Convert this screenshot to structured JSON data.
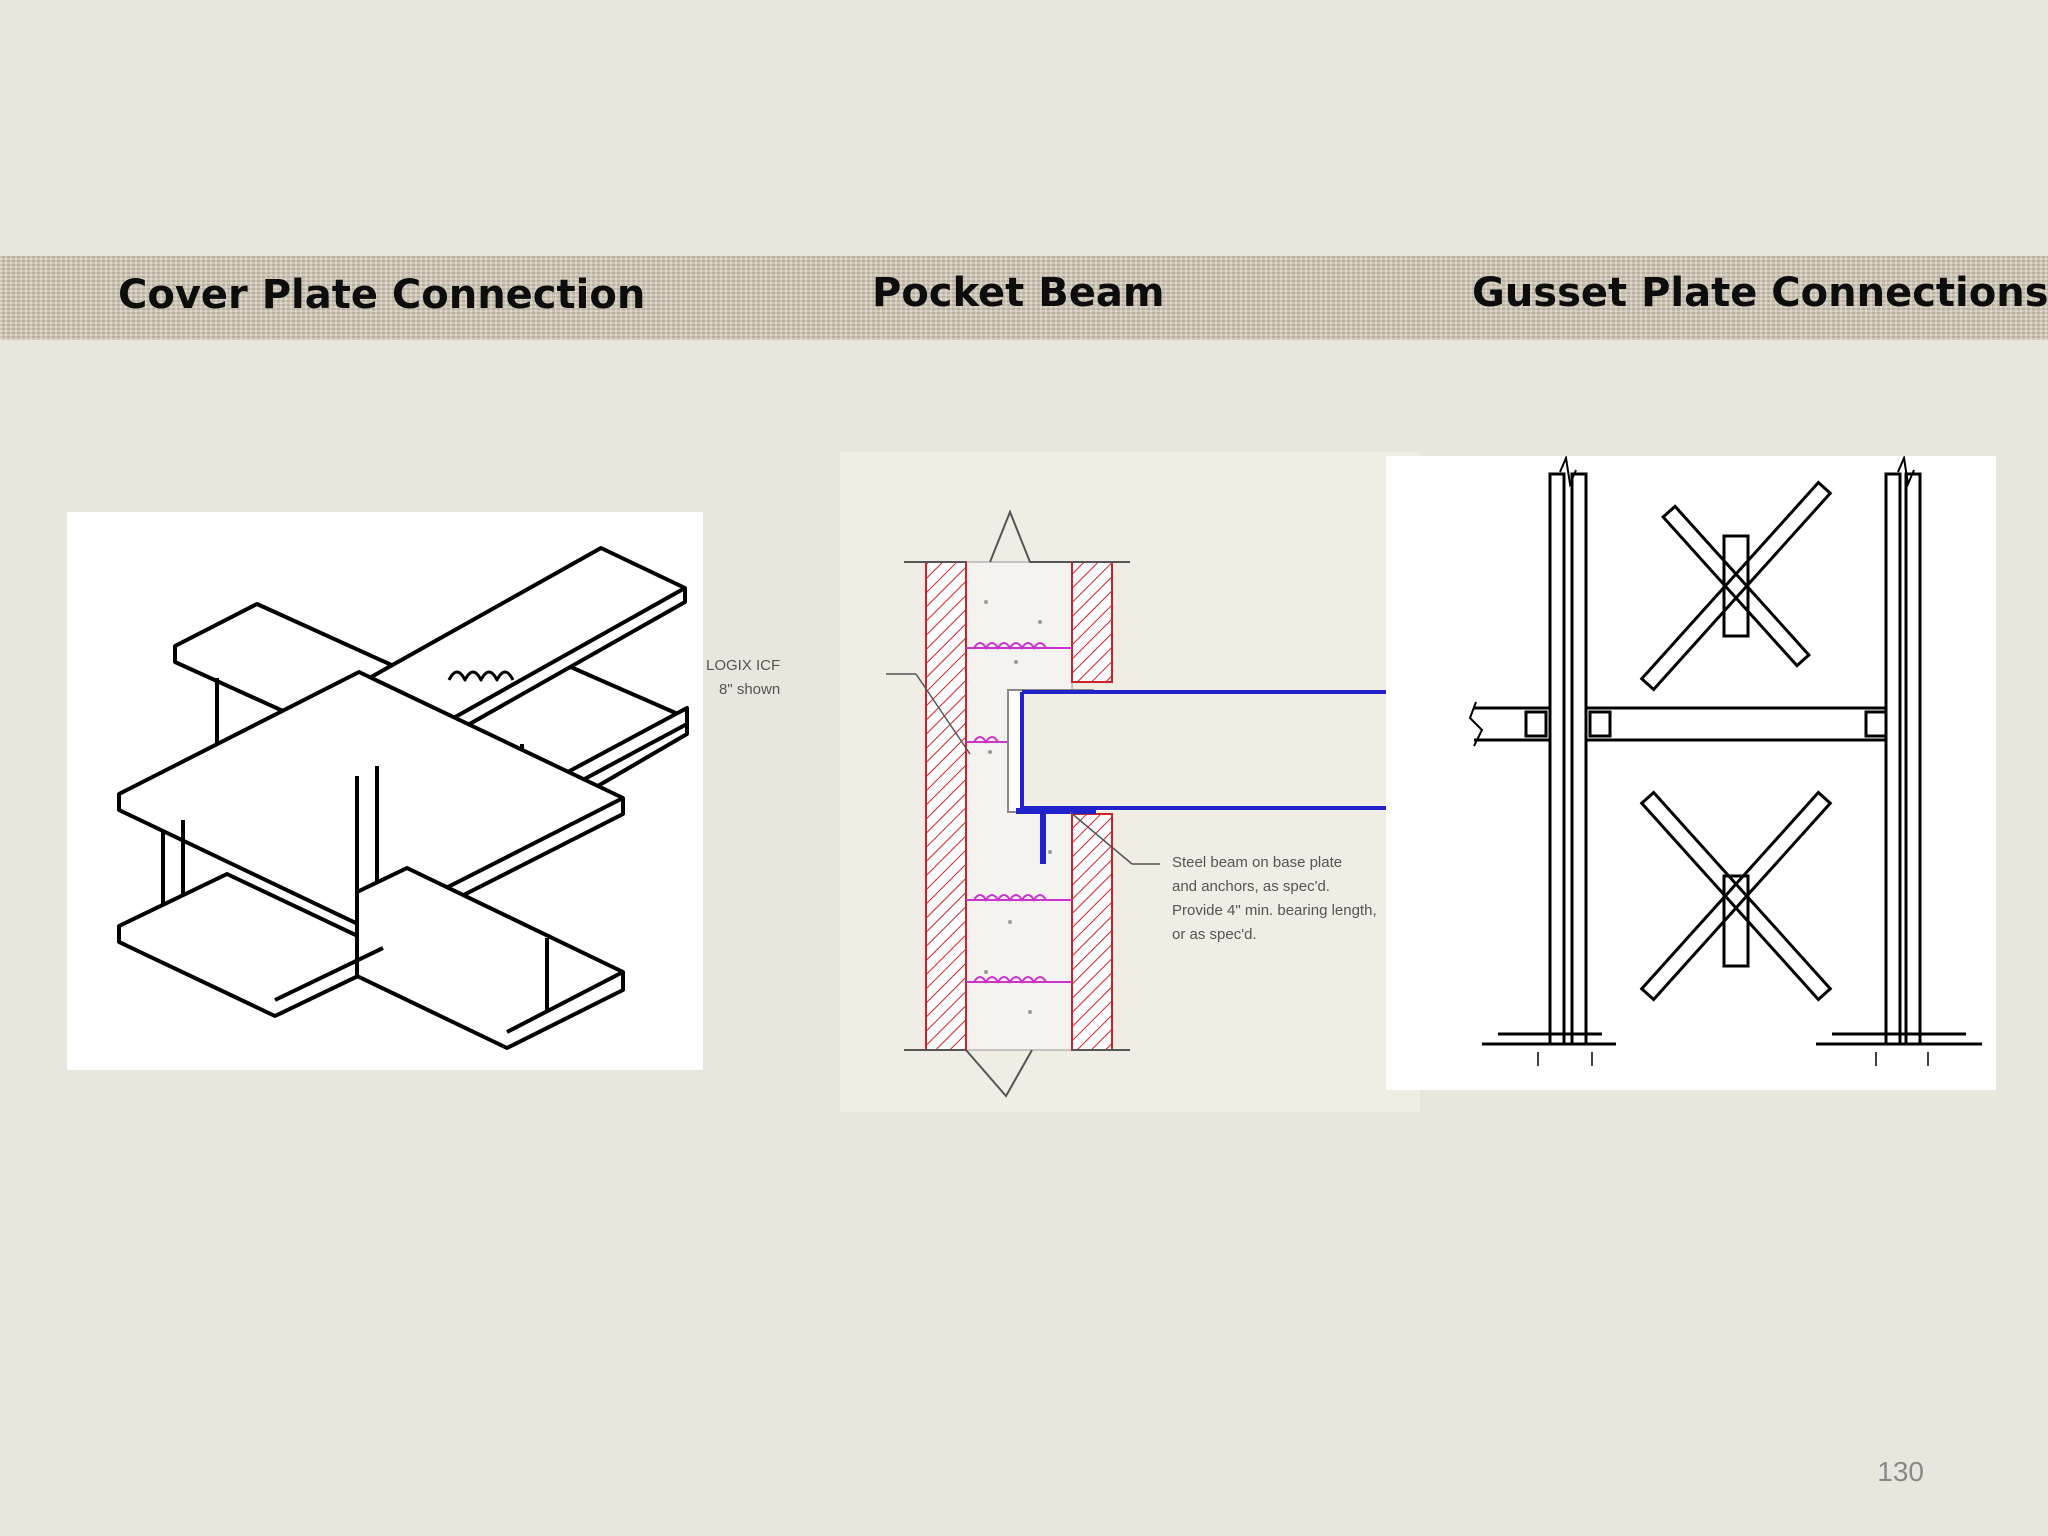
{
  "headings": {
    "cover_plate": "Cover Plate Connection",
    "pocket_beam": "Pocket Beam",
    "gusset_plate": "Gusset Plate Connections"
  },
  "pocket_beam_notes": {
    "icf_label": "LOGIX ICF\n8\" shown",
    "beam_note": "Steel beam on base plate\nand anchors, as spec'd.\nProvide 4\" min. bearing length,\nor as spec'd."
  },
  "slide_number": "130",
  "colors": {
    "background": "#e9e7dd",
    "band": "#cfc6b2",
    "hatch": "#d0202a",
    "beam_blue": "#2222cc",
    "rebar_magenta": "#cc33cc"
  }
}
